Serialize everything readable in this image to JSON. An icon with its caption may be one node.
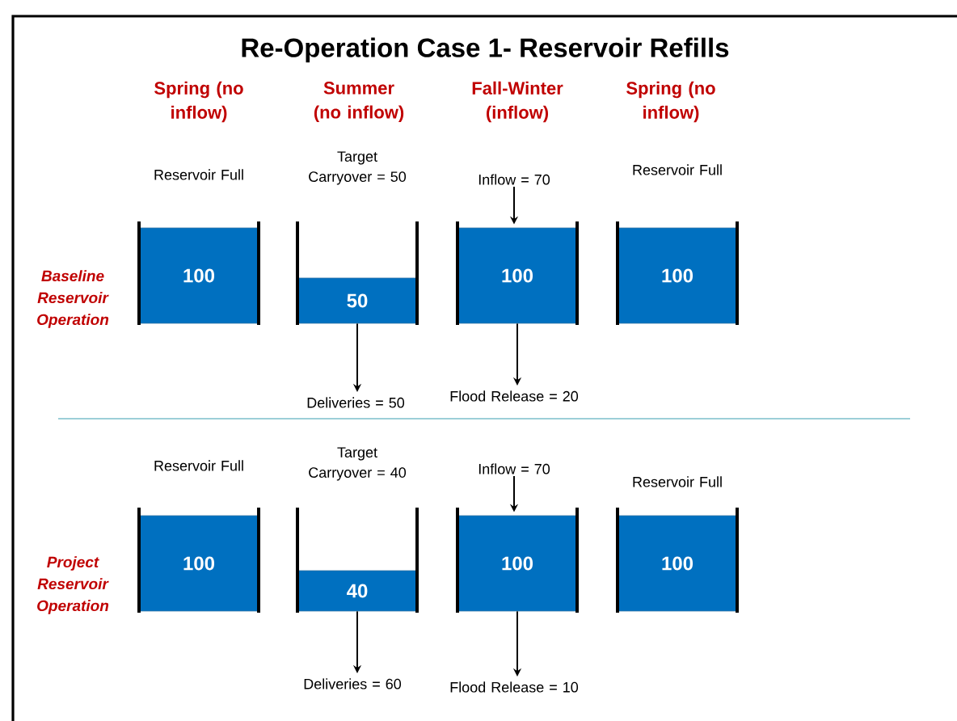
{
  "diagram": {
    "title": "Re-Operation Case 1- Reservoir Refills",
    "nodes": [
      {
        "text": [
          "100"
        ],
        "beside": [
          "Reservoir Full"
        ]
      },
      {
        "text": [
          "50"
        ],
        "beside": [
          "Target Carryover = 50"
        ]
      },
      {
        "text": [
          "Inflow = 70"
        ]
      },
      {
        "text": [
          "100"
        ]
      },
      {
        "text": [
          "100"
        ],
        "beside": [
          "Reservoir Full"
        ]
      },
      {
        "text": [
          "Deliveries = 50"
        ]
      },
      {
        "text": [
          "Flood Release = 20"
        ]
      },
      {
        "text": [
          "100"
        ],
        "beside": [
          "Reservoir Full"
        ]
      },
      {
        "text": [
          "40"
        ],
        "beside": [
          "Target Carryover = 40"
        ]
      },
      {
        "text": [
          "Inflow = 70"
        ]
      },
      {
        "text": [
          "100"
        ]
      },
      {
        "text": [
          "100"
        ],
        "beside": [
          "Reservoir Full"
        ]
      },
      {
        "text": [
          "Deliveries = 60"
        ]
      },
      {
        "text": [
          "Flood Release = 10"
        ]
      }
    ],
    "edges": [
      {
        "from": 2,
        "to": 3,
        "arrow": "to"
      },
      {
        "from": 1,
        "to": 5,
        "arrow": "to"
      },
      {
        "from": 3,
        "to": 6,
        "arrow": "to"
      },
      {
        "from": 9,
        "to": 10,
        "arrow": "to"
      },
      {
        "from": 8,
        "to": 12,
        "arrow": "to"
      },
      {
        "from": 10,
        "to": 13,
        "arrow": "to"
      }
    ],
    "labels": [
      "Spring (no inflow)",
      "Summer (no inflow)",
      "Fall-Winter (inflow)",
      "Spring (no inflow)",
      "Baseline Reservoir Operation",
      "Project Reservoir Operation"
    ]
  }
}
